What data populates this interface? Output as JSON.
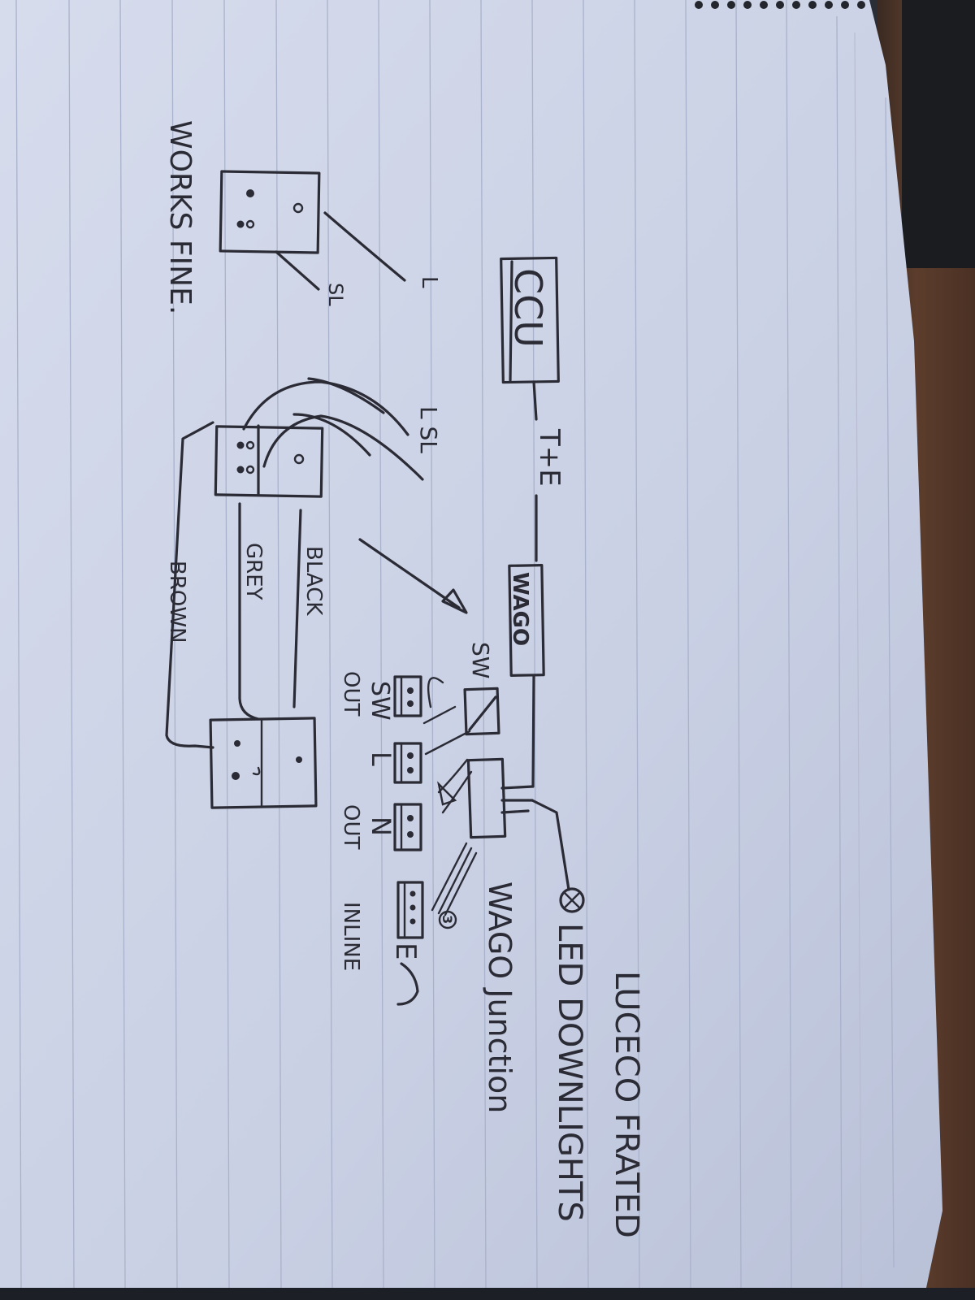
{
  "labels": {
    "ccu": "CCU",
    "t_e": "T+E",
    "wago_box": "WAGO",
    "wago_junction": "WAGO Junction",
    "luceco": "LUCECO FRATED",
    "led": "LED DOWNLIGHTS",
    "sw_top": "SW",
    "sw_terminal": "SW",
    "l_terminal": "L",
    "n_terminal": "N",
    "e_terminal": "E",
    "out1": "OUT",
    "out2": "OUT",
    "inline": "INLINE",
    "three": "3",
    "l_wire": "L",
    "sl_wire": "SL",
    "l_sl": "L SL",
    "black": "BLACK",
    "grey": "GREY",
    "brown": "BROWN",
    "works_fine": "WORKS FINE."
  },
  "colors": {
    "ink": "#2b2b35",
    "paper": "#cfd5e7",
    "rule_line": "#a9b2cc",
    "wood": "#5c3d2c"
  },
  "icons": {
    "downlight": "circle-cross-icon",
    "arrow": "arrowhead-icon"
  }
}
